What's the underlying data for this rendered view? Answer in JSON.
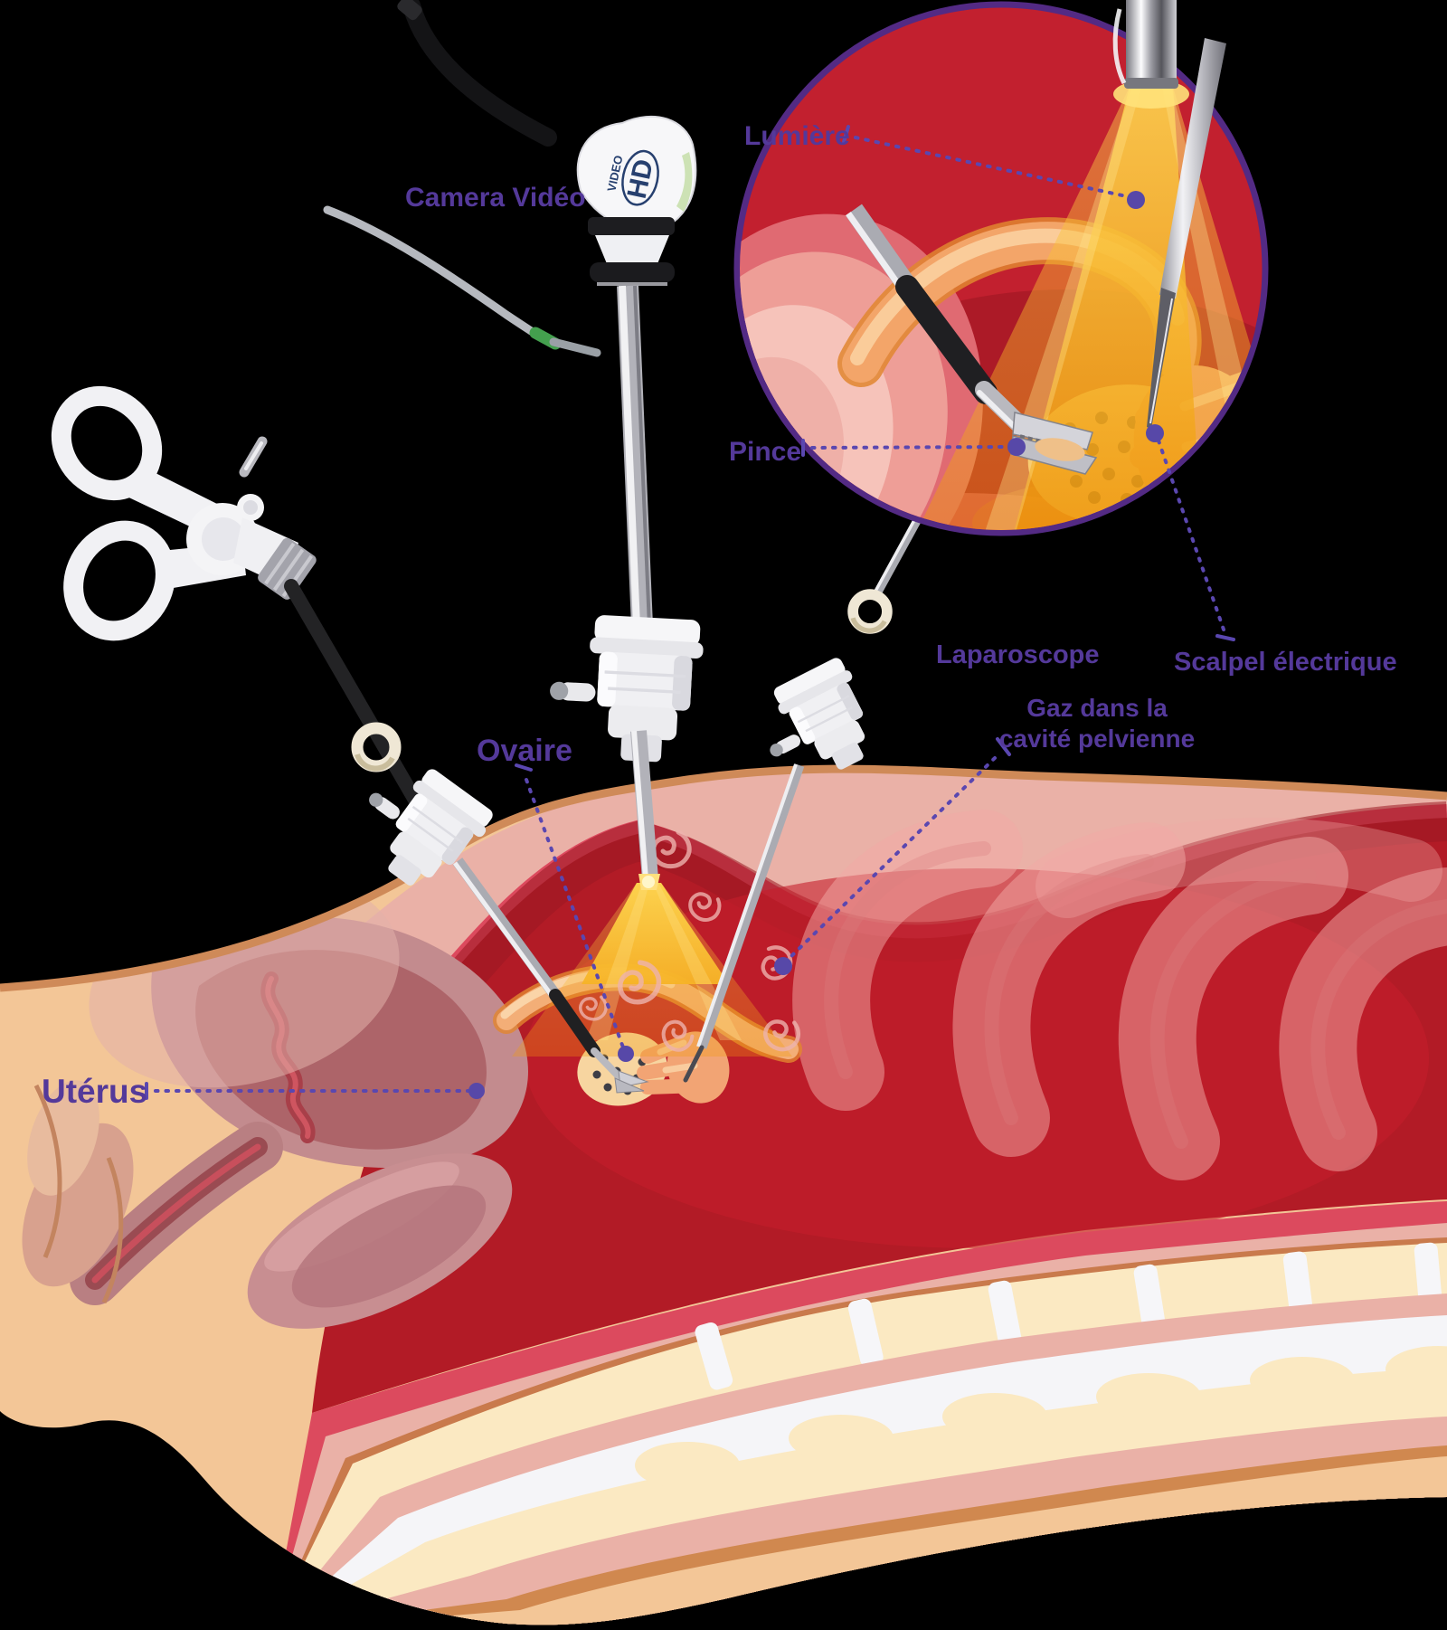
{
  "figure": {
    "type": "medical-diagram",
    "subject": "Chirurgie laparoscopique du pelvis féminin (coelioscopie)"
  },
  "labels": {
    "camera_video": "Camera Vidéo",
    "lumiere": "Lumière",
    "pince": "Pince",
    "laparoscope": "Laparoscope",
    "scalpel_electrique": "Scalpel électrique",
    "gaz_line1": "Gaz dans la",
    "gaz_line2": "cavité pelvienne",
    "ovaire": "Ovaire",
    "uterus": "Utérus"
  },
  "device_text": {
    "line1": "VIDEO",
    "line2": "HD"
  },
  "colors": {
    "label_purple": "#54399a",
    "leader_purple": "#5a47b0",
    "inset_border": "#532a84",
    "cavity_red": "#b21b26",
    "light_gold": "#f6a713",
    "skin_tan": "#f3c697",
    "tissue_pink": "#eab1a7"
  }
}
